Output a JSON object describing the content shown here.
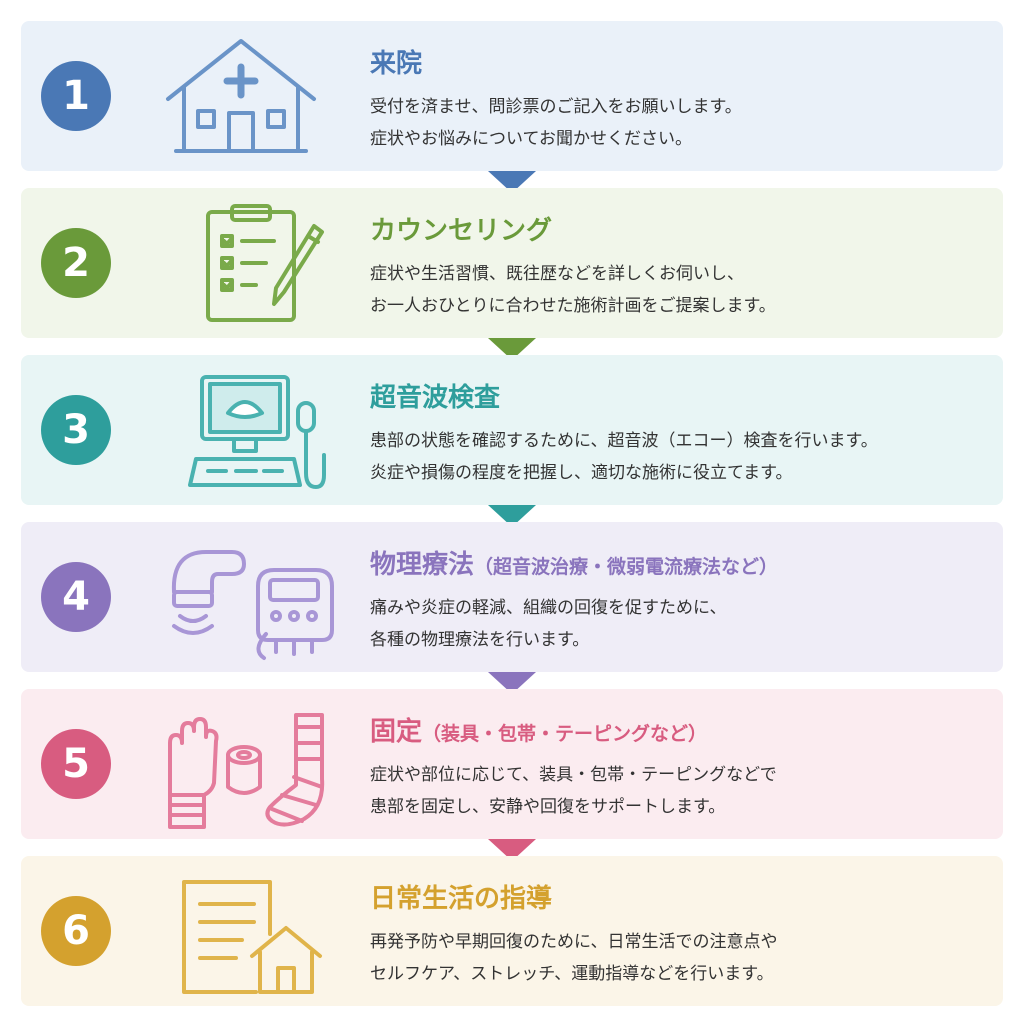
{
  "steps": [
    {
      "number": "1",
      "title": "来院",
      "subtitle": "",
      "desc": [
        "受付を済ませ、問診票のご記入をお願いします。",
        "症状やお悩みについてお聞かせください。"
      ],
      "icon": "hospital-icon",
      "bg": "#eaf1f9",
      "accent": "#4a78b5"
    },
    {
      "number": "2",
      "title": "カウンセリング",
      "subtitle": "",
      "desc": [
        "症状や生活習慣、既往歴などを詳しくお伺いし、",
        "お一人おひとりに合わせた施術計画をご提案します。"
      ],
      "icon": "clipboard-pencil-icon",
      "bg": "#f1f6ea",
      "accent": "#6a9a3a"
    },
    {
      "number": "3",
      "title": "超音波検査",
      "subtitle": "",
      "desc": [
        "患部の状態を確認するために、超音波（エコー）検査を行います。",
        "炎症や損傷の程度を把握し、適切な施術に役立てます。"
      ],
      "icon": "ultrasound-machine-icon",
      "bg": "#e8f5f5",
      "accent": "#2e9e9c"
    },
    {
      "number": "4",
      "title": "物理療法",
      "subtitle": "（超音波治療・微弱電流療法など）",
      "desc": [
        "痛みや炎症の軽減、組織の回復を促すために、",
        "各種の物理療法を行います。"
      ],
      "icon": "therapy-device-icon",
      "bg": "#efedf7",
      "accent": "#8a74bd"
    },
    {
      "number": "5",
      "title": "固定",
      "subtitle": "（装具・包帯・テーピングなど）",
      "desc": [
        "症状や部位に応じて、装具・包帯・テーピングなどで",
        "患部を固定し、安静や回復をサポートします。"
      ],
      "icon": "bandage-tape-icon",
      "bg": "#fbecf0",
      "accent": "#d85c80"
    },
    {
      "number": "6",
      "title": "日常生活の指導",
      "subtitle": "",
      "desc": [
        "再発予防や早期回復のために、日常生活での注意点や",
        "セルフケア、ストレッチ、運動指導などを行います。"
      ],
      "icon": "document-home-icon",
      "bg": "#fbf5e8",
      "accent": "#d4a12e"
    }
  ]
}
